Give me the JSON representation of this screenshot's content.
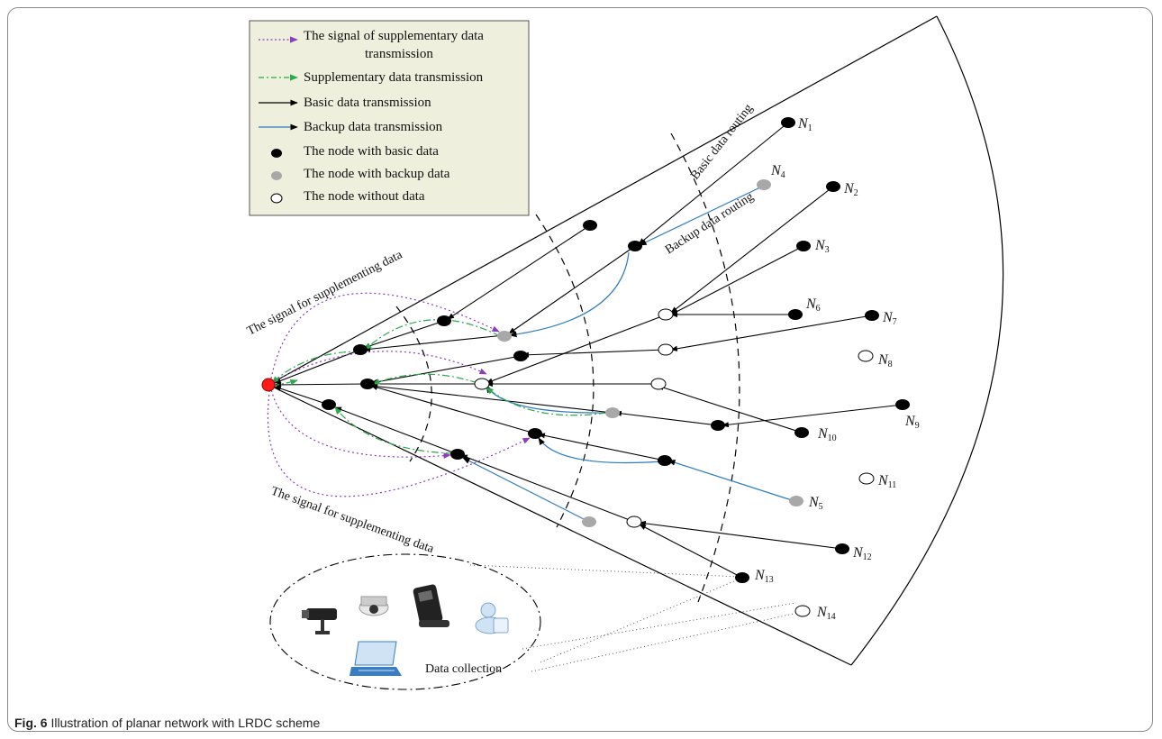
{
  "legend": {
    "items": [
      {
        "label": "The signal of supplementary data transmission",
        "line2": "transmission",
        "line1": "The signal of supplementary data",
        "style": "purple-dotted"
      },
      {
        "label": "Supplementary data transmission",
        "style": "green-dashdot"
      },
      {
        "label": "Basic data transmission",
        "style": "black-solid"
      },
      {
        "label": "Backup data transmission",
        "style": "blue-solid"
      },
      {
        "label": "The node with basic data",
        "style": "black-node"
      },
      {
        "label": "The node with backup data",
        "style": "gray-node"
      },
      {
        "label": "The node without data",
        "style": "white-node"
      }
    ]
  },
  "annotations": {
    "basic_routing": "Basic data routing",
    "backup_routing": "Backup data routing",
    "signal_top": "The signal for supplementing data",
    "signal_bottom": "The signal for supplementing data",
    "data_collection": "Data collection"
  },
  "node_labels": [
    {
      "id": "N1",
      "main": "N",
      "sub": "1"
    },
    {
      "id": "N2",
      "main": "N",
      "sub": "2"
    },
    {
      "id": "N3",
      "main": "N",
      "sub": "3"
    },
    {
      "id": "N4",
      "main": "N",
      "sub": "4"
    },
    {
      "id": "N5",
      "main": "N",
      "sub": "5"
    },
    {
      "id": "N6",
      "main": "N",
      "sub": "6"
    },
    {
      "id": "N7",
      "main": "N",
      "sub": "7"
    },
    {
      "id": "N8",
      "main": "N",
      "sub": "8"
    },
    {
      "id": "N9",
      "main": "N",
      "sub": "9"
    },
    {
      "id": "N10",
      "main": "N",
      "sub": "10"
    },
    {
      "id": "N11",
      "main": "N",
      "sub": "11"
    },
    {
      "id": "N12",
      "main": "N",
      "sub": "12"
    },
    {
      "id": "N13",
      "main": "N",
      "sub": "13"
    },
    {
      "id": "N14",
      "main": "N",
      "sub": "14"
    }
  ],
  "caption": {
    "fig": "Fig. 6",
    "text": " Illustration of planar network with LRDC scheme"
  },
  "colors": {
    "sink": "#ff1a1a",
    "basic": "#000000",
    "backup_node": "#a8a8a8",
    "backup_line": "#2e7bbf",
    "signal": "#8a3fb8",
    "supplementary": "#2aa84a"
  },
  "devices": [
    "camera-icon",
    "dome-camera-icon",
    "card-reader-icon",
    "user-icon",
    "laptop-icon"
  ]
}
